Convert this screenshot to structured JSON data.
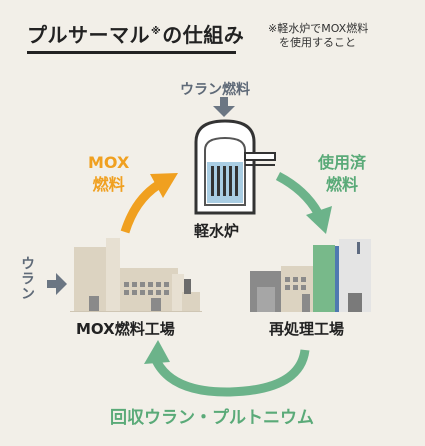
{
  "title": {
    "main": "プルサーマル",
    "mark": "※",
    "suffix": "の仕組み"
  },
  "note": {
    "line1": "※軽水炉でMOX燃料",
    "line2": "を使用すること"
  },
  "labels": {
    "uranium_fuel": "ウラン燃料",
    "reactor": "軽水炉",
    "mox_fuel_line1": "MOX",
    "mox_fuel_line2": "燃料",
    "spent_fuel_line1": "使用済",
    "spent_fuel_line2": "燃料",
    "mox_fuel_plant": "MOX燃料工場",
    "reprocessing_plant": "再処理工場",
    "uranium": "ウラン",
    "recovered": "回収ウラン・プルトニウム"
  },
  "colors": {
    "background": "#f2efe8",
    "mox_arrow": "#f0a020",
    "green_arrow": "#6cb38a",
    "gray_arrow": "#6b7683",
    "reactor_blue": "#a9cde3",
    "building_beige": "#dcd3c1",
    "building_dark": "#8a8a8a",
    "building_green": "#78b98a"
  },
  "icons": [
    "down-arrow-icon",
    "right-arrow-icon",
    "reactor-icon",
    "factory-icon",
    "reprocessing-plant-icon"
  ]
}
